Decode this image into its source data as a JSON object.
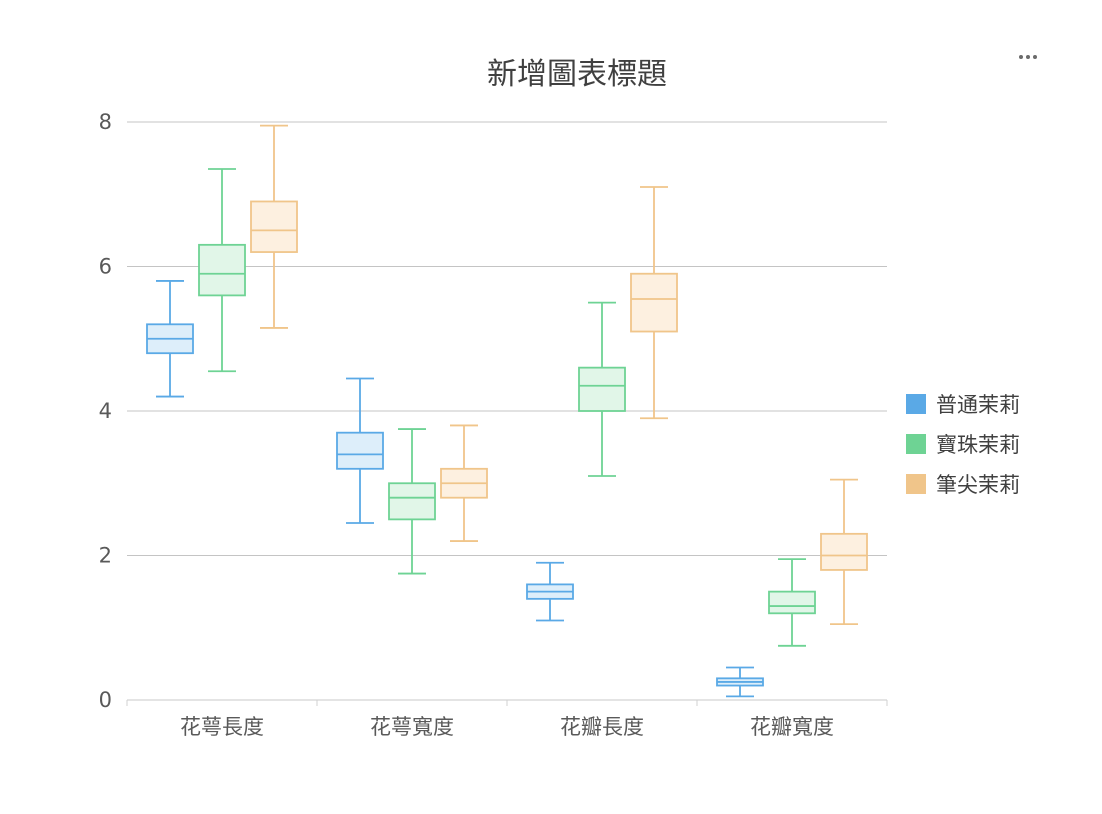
{
  "more_menu": {
    "icon": "more-horizontal-icon"
  },
  "chart_data": {
    "type": "boxplot",
    "title": "新增圖表標題",
    "xlabel": "",
    "ylabel": "",
    "ylim": [
      0,
      8
    ],
    "yticks": [
      0,
      2,
      4,
      6,
      8
    ],
    "grid": true,
    "legend_position": "right",
    "categories": [
      "花萼長度",
      "花萼寬度",
      "花瓣長度",
      "花瓣寬度"
    ],
    "series": [
      {
        "name": "普通茉莉",
        "color": "#5aa9e6",
        "fill": "#ddeefa",
        "boxes": [
          {
            "min": 4.2,
            "q1": 4.8,
            "median": 5.0,
            "q3": 5.2,
            "max": 5.8
          },
          {
            "min": 2.45,
            "q1": 3.2,
            "median": 3.4,
            "q3": 3.7,
            "max": 4.45
          },
          {
            "min": 1.1,
            "q1": 1.4,
            "median": 1.5,
            "q3": 1.6,
            "max": 1.9
          },
          {
            "min": 0.05,
            "q1": 0.2,
            "median": 0.25,
            "q3": 0.3,
            "max": 0.45
          }
        ]
      },
      {
        "name": "寶珠茉莉",
        "color": "#6ed394",
        "fill": "#e1f6e8",
        "boxes": [
          {
            "min": 4.55,
            "q1": 5.6,
            "median": 5.9,
            "q3": 6.3,
            "max": 7.35
          },
          {
            "min": 1.75,
            "q1": 2.5,
            "median": 2.8,
            "q3": 3.0,
            "max": 3.75
          },
          {
            "min": 3.1,
            "q1": 4.0,
            "median": 4.35,
            "q3": 4.6,
            "max": 5.5
          },
          {
            "min": 0.75,
            "q1": 1.2,
            "median": 1.3,
            "q3": 1.5,
            "max": 1.95
          }
        ]
      },
      {
        "name": "筆尖茉莉",
        "color": "#f0c58a",
        "fill": "#fdf0e0",
        "boxes": [
          {
            "min": 5.15,
            "q1": 6.2,
            "median": 6.5,
            "q3": 6.9,
            "max": 7.95
          },
          {
            "min": 2.2,
            "q1": 2.8,
            "median": 3.0,
            "q3": 3.2,
            "max": 3.8
          },
          {
            "min": 3.9,
            "q1": 5.1,
            "median": 5.55,
            "q3": 5.9,
            "max": 7.1
          },
          {
            "min": 1.05,
            "q1": 1.8,
            "median": 2.0,
            "q3": 2.3,
            "max": 3.05
          }
        ]
      }
    ]
  }
}
